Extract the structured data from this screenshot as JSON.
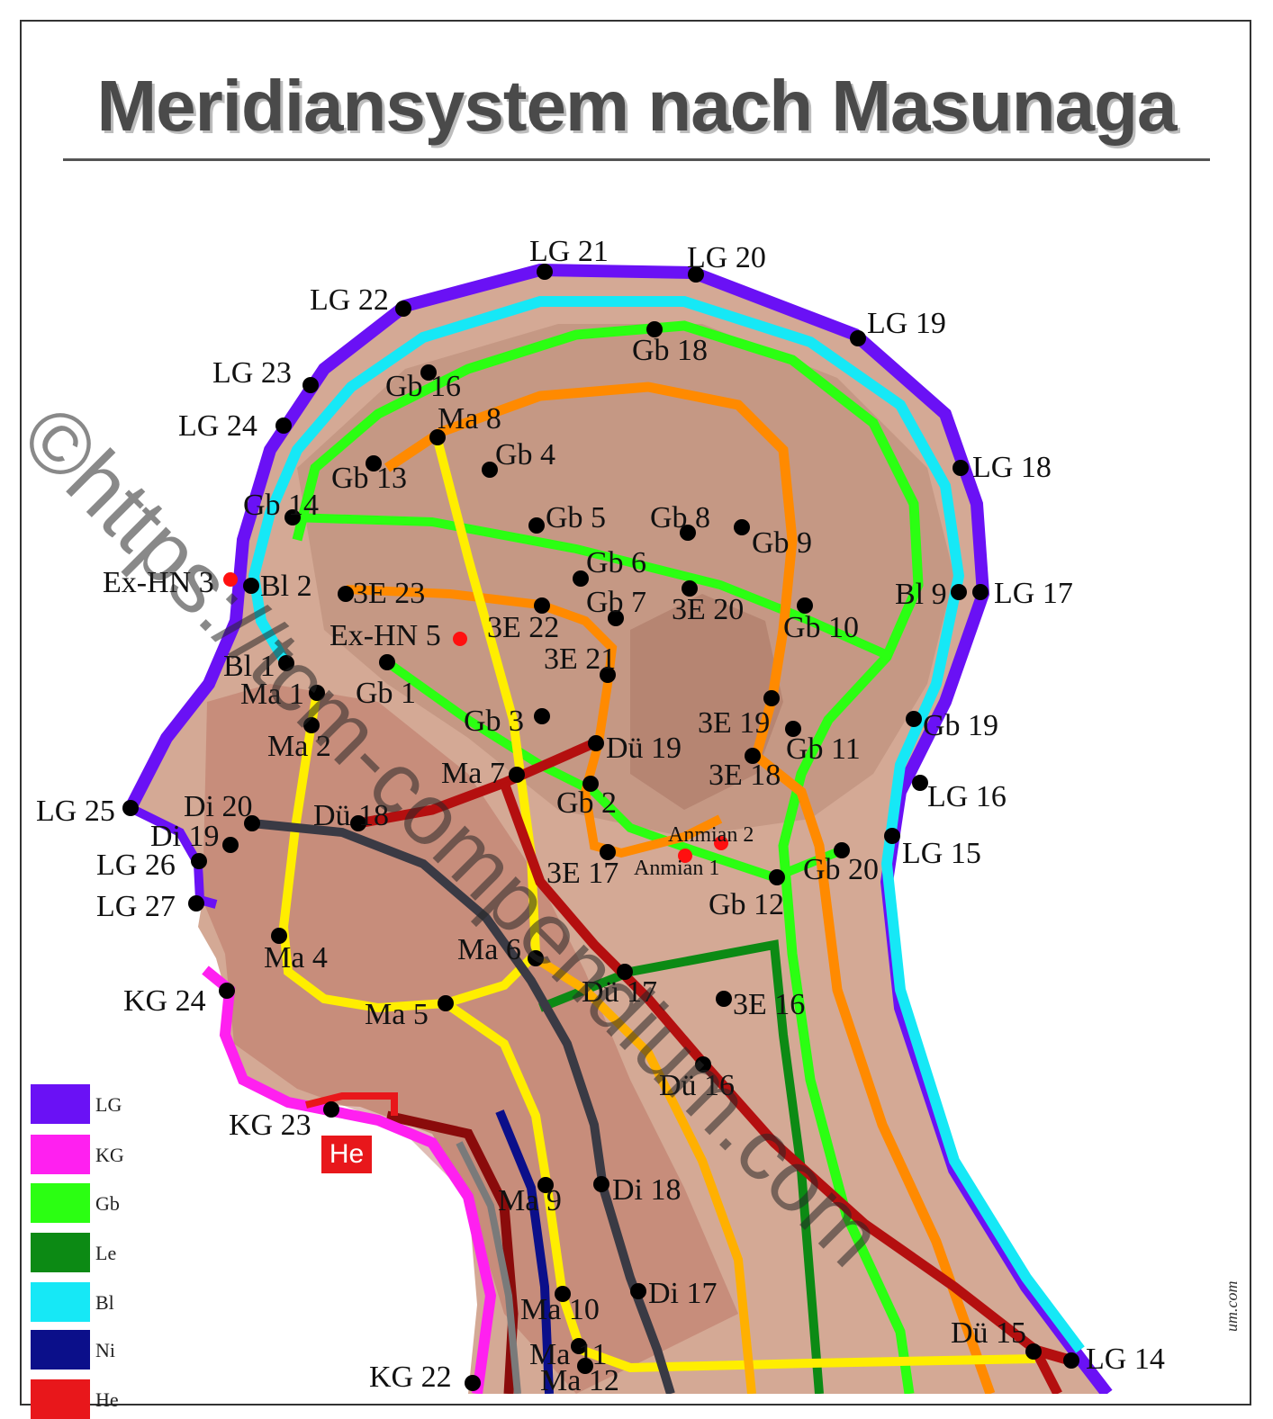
{
  "title": "Meridiansystem nach Masunaga",
  "watermark": "©https://tcm-compendium.com",
  "side_text": "um.com",
  "he_label": "He",
  "legend": [
    {
      "label": "LG",
      "color": "#6a11f5"
    },
    {
      "label": "KG",
      "color": "#ff20f0"
    },
    {
      "label": "Gb",
      "color": "#2bff12"
    },
    {
      "label": "Le",
      "color": "#0c8a14"
    },
    {
      "label": "Bl",
      "color": "#16e8f6"
    },
    {
      "label": "Ni",
      "color": "#0b0f8a"
    },
    {
      "label": "He",
      "color": "#e8171b"
    }
  ],
  "meridian_colors": {
    "LG": "#6a11f5",
    "KG": "#ff20f0",
    "Gb": "#2bff12",
    "Le": "#0c8a14",
    "Bl": "#16e8f6",
    "Ni": "#0b0f8a",
    "He": "#e8171b",
    "Ma": "#ffee00",
    "3E": "#ff8a00",
    "Dü": "#b40f0f",
    "Di": "#3a3a44",
    "MP": "#ffb000",
    "point": "#000000",
    "extra_point": "#ff1010"
  },
  "points": [
    {
      "label": "LG 21"
    },
    {
      "label": "LG 20"
    },
    {
      "label": "LG 22"
    },
    {
      "label": "LG 19"
    },
    {
      "label": "Gb 18"
    },
    {
      "label": "LG 23"
    },
    {
      "label": "Gb 16"
    },
    {
      "label": "Ma 8"
    },
    {
      "label": "LG 24"
    },
    {
      "label": "Gb 4"
    },
    {
      "label": "LG 18"
    },
    {
      "label": "Gb 13"
    },
    {
      "label": "Gb 14"
    },
    {
      "label": "Gb 5"
    },
    {
      "label": "Gb 8"
    },
    {
      "label": "Gb 9"
    },
    {
      "label": "Gb 6"
    },
    {
      "label": "Ex-HN 3"
    },
    {
      "label": "Bl 2"
    },
    {
      "label": "3E 23"
    },
    {
      "label": "Gb 7"
    },
    {
      "label": "3E 20"
    },
    {
      "label": "Bl 9"
    },
    {
      "label": "LG 17"
    },
    {
      "label": "3E 22"
    },
    {
      "label": "Gb 10"
    },
    {
      "label": "Ex-HN 5"
    },
    {
      "label": "3E 21"
    },
    {
      "label": "Bl 1"
    },
    {
      "label": "Ma 1"
    },
    {
      "label": "Gb 1"
    },
    {
      "label": "Gb 3"
    },
    {
      "label": "3E 19"
    },
    {
      "label": "Gb 19"
    },
    {
      "label": "Ma 2"
    },
    {
      "label": "Dü 19"
    },
    {
      "label": "Gb 11"
    },
    {
      "label": "Ma 7"
    },
    {
      "label": "3E 18"
    },
    {
      "label": "LG 16"
    },
    {
      "label": "LG 25"
    },
    {
      "label": "Di 20"
    },
    {
      "label": "Gb 2"
    },
    {
      "label": "Di 19"
    },
    {
      "label": "Dü 18"
    },
    {
      "label": "Anmian 2"
    },
    {
      "label": "LG 15"
    },
    {
      "label": "LG 26"
    },
    {
      "label": "3E 17"
    },
    {
      "label": "Anmian 1"
    },
    {
      "label": "Gb 20"
    },
    {
      "label": "LG 27"
    },
    {
      "label": "Gb 12"
    },
    {
      "label": "Ma 4"
    },
    {
      "label": "Ma 6"
    },
    {
      "label": "KG 24"
    },
    {
      "label": "Dü 17"
    },
    {
      "label": "3E 16"
    },
    {
      "label": "Ma 5"
    },
    {
      "label": "Dü 16"
    },
    {
      "label": "KG 23"
    },
    {
      "label": "Ma 9"
    },
    {
      "label": "Di  18"
    },
    {
      "label": "Di 17"
    },
    {
      "label": "Ma 10"
    },
    {
      "label": "Dü 15"
    },
    {
      "label": "LG 14"
    },
    {
      "label": "Ma 11"
    },
    {
      "label": "KG 22"
    },
    {
      "label": "Ma 12"
    }
  ]
}
